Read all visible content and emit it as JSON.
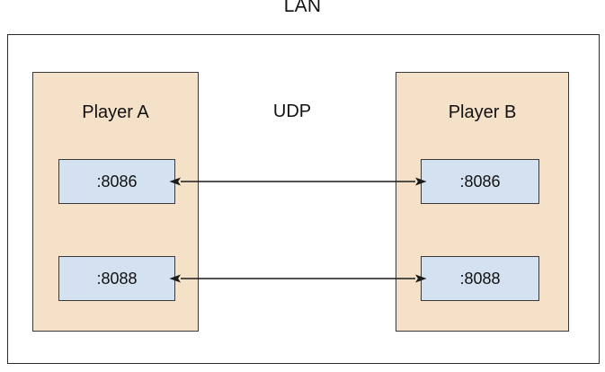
{
  "diagram": {
    "title": "LAN",
    "protocol_label": "UDP",
    "frame_name": "LAN",
    "colors": {
      "player_fill": "#F5E0C8",
      "port_fill": "#D4E1F0",
      "border": "#3A3A3A",
      "frame_border": "#2B2B2B",
      "background": "#FFFFFF",
      "text": "#111111",
      "arrow": "#1A1A1A"
    },
    "nodes": [
      {
        "id": "player-a",
        "label": "Player A",
        "ports": [
          {
            "id": "a-8086",
            "label": ":8086"
          },
          {
            "id": "a-8088",
            "label": ":8088"
          }
        ]
      },
      {
        "id": "player-b",
        "label": "Player B",
        "ports": [
          {
            "id": "b-8086",
            "label": ":8086"
          },
          {
            "id": "b-8088",
            "label": ":8088"
          }
        ]
      }
    ],
    "connections": [
      {
        "id": "conn-8086",
        "from": "a-8086",
        "to": "b-8086",
        "direction": "bidirectional",
        "protocol": "UDP"
      },
      {
        "id": "conn-8088",
        "from": "a-8088",
        "to": "b-8088",
        "direction": "bidirectional",
        "protocol": "UDP"
      }
    ]
  }
}
